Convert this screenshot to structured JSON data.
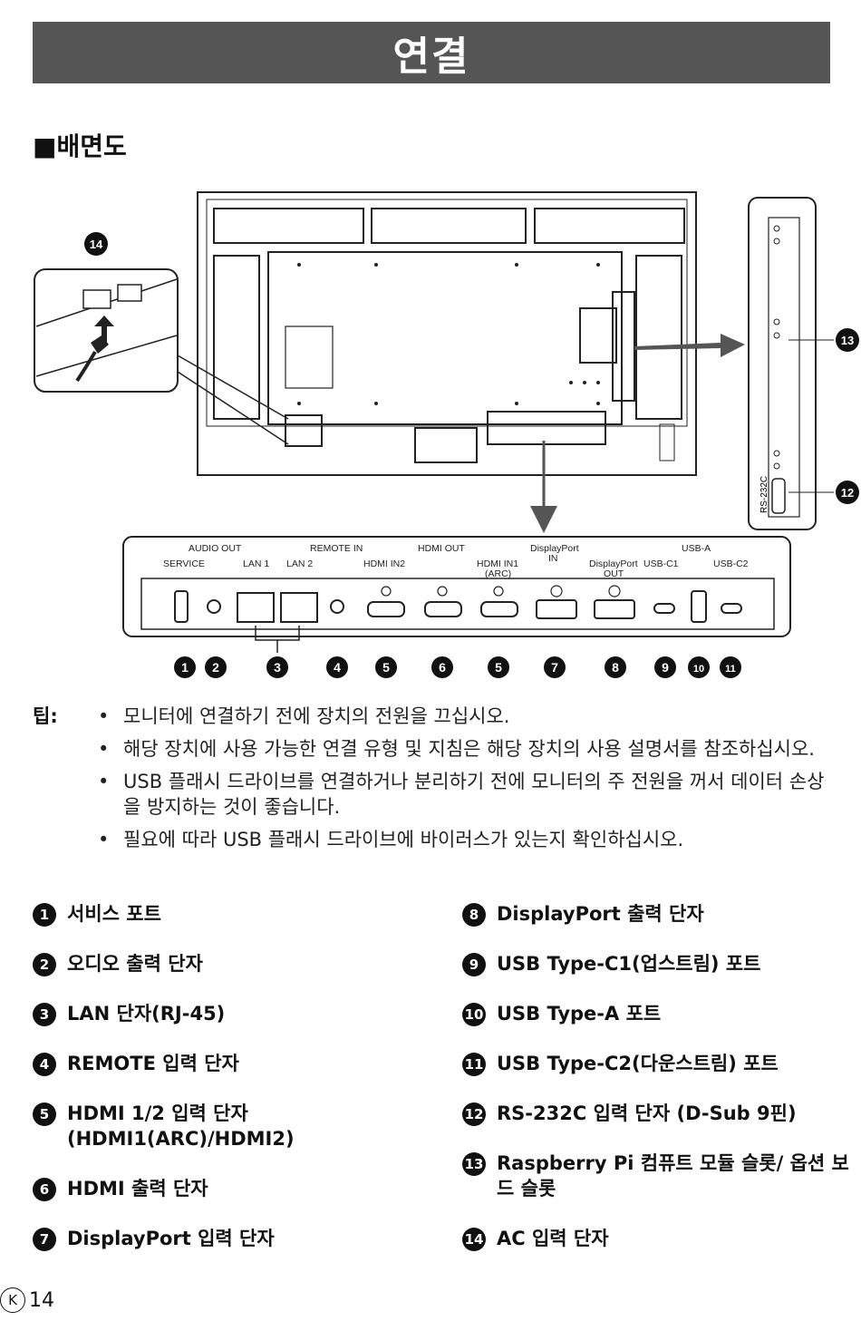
{
  "page": {
    "title": "연결",
    "section": "■배면도",
    "page_number": "14",
    "page_marker": "K"
  },
  "diagram": {
    "port_labels": {
      "audio_out": "AUDIO OUT",
      "remote_in": "REMOTE IN",
      "hdmi_out": "HDMI OUT",
      "displayport_in_1": "DisplayPort",
      "displayport_in_2": "IN",
      "usb_a": "USB-A",
      "service": "SERVICE",
      "lan1": "LAN 1",
      "lan2": "LAN 2",
      "hdmi_in2": "HDMI IN2",
      "hdmi_in1_1": "HDMI IN1",
      "hdmi_in1_2": "(ARC)",
      "displayport_out_1": "DisplayPort",
      "displayport_out_2": "OUT",
      "usb_c1": "USB-C1",
      "usb_c2": "USB-C2",
      "rs232c": "RS-232C"
    },
    "callouts": [
      "1",
      "2",
      "3",
      "4",
      "5",
      "6",
      "5",
      "7",
      "8",
      "9",
      "10",
      "11"
    ],
    "callout_12": "12",
    "callout_13": "13",
    "callout_14": "14"
  },
  "tips": {
    "label": "팁:",
    "items": [
      "모니터에 연결하기 전에 장치의 전원을 끄십시오.",
      "해당 장치에 사용 가능한 연결 유형 및 지침은 해당 장치의 사용 설명서를 참조하십시오.",
      "USB 플래시 드라이브를 연결하거나 분리하기 전에 모니터의 주 전원을 꺼서 데이터 손상을 방지하는 것이 좋습니다.",
      "필요에 따라 USB 플래시 드라이브에 바이러스가 있는지 확인하십시오."
    ]
  },
  "legend": {
    "left": [
      {
        "num": "1",
        "text": "서비스 포트"
      },
      {
        "num": "2",
        "text": "오디오 출력 단자"
      },
      {
        "num": "3",
        "text": "LAN 단자(RJ-45)"
      },
      {
        "num": "4",
        "text": "REMOTE 입력 단자"
      },
      {
        "num": "5",
        "text": "HDMI 1/2 입력 단자 (HDMI1(ARC)/HDMI2)"
      },
      {
        "num": "6",
        "text": "HDMI 출력 단자"
      },
      {
        "num": "7",
        "text": "DisplayPort 입력 단자"
      }
    ],
    "right": [
      {
        "num": "8",
        "text": "DisplayPort 출력 단자"
      },
      {
        "num": "9",
        "text": "USB Type-C1(업스트림) 포트"
      },
      {
        "num": "10",
        "text": "USB Type-A 포트"
      },
      {
        "num": "11",
        "text": "USB Type-C2(다운스트림) 포트"
      },
      {
        "num": "12",
        "text": "RS-232C 입력 단자 (D-Sub 9핀)"
      },
      {
        "num": "13",
        "text": "Raspberry Pi 컴퓨트 모듈 슬롯/ 옵션 보드 슬롯"
      },
      {
        "num": "14",
        "text": "AC 입력 단자"
      }
    ]
  }
}
